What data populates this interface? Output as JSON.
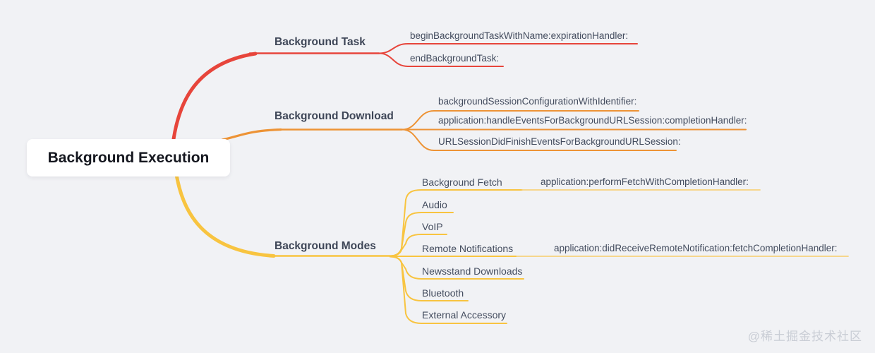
{
  "canvas": {
    "watermark": "@稀土掘金技术社区"
  },
  "colors": {
    "background": "#f1f2f5",
    "node_box": "#ffffff",
    "root_text": "#15171f",
    "label_text": "#3e4657",
    "child_text": "#434c5e",
    "branch_red": "#e7453b",
    "branch_orange": "#ed9335",
    "branch_yellow": "#f8c440",
    "branch_yellow_light": "#f6d27d",
    "watermark_text": "#c9cdd5"
  },
  "mindmap": {
    "root": {
      "label": "Background Execution"
    },
    "branches": [
      {
        "label": "Background Task",
        "color": "#e7453b",
        "children": [
          {
            "label": "beginBackgroundTaskWithName:expirationHandler:"
          },
          {
            "label": "endBackgroundTask:"
          }
        ]
      },
      {
        "label": "Background Download",
        "color": "#ed9335",
        "children": [
          {
            "label": "backgroundSessionConfigurationWithIdentifier:"
          },
          {
            "label": "application:handleEventsForBackgroundURLSession:completionHandler:"
          },
          {
            "label": "URLSessionDidFinishEventsForBackgroundURLSession:"
          }
        ]
      },
      {
        "label": "Background Modes",
        "color": "#f8c440",
        "children": [
          {
            "label": "Background Fetch",
            "children": [
              {
                "label": "application:performFetchWithCompletionHandler:"
              }
            ]
          },
          {
            "label": "Audio"
          },
          {
            "label": "VoIP"
          },
          {
            "label": "Remote Notifications",
            "children": [
              {
                "label": "application:didReceiveRemoteNotification:fetchCompletionHandler:"
              }
            ]
          },
          {
            "label": "Newsstand Downloads"
          },
          {
            "label": "Bluetooth"
          },
          {
            "label": "External Accessory"
          }
        ]
      }
    ]
  }
}
